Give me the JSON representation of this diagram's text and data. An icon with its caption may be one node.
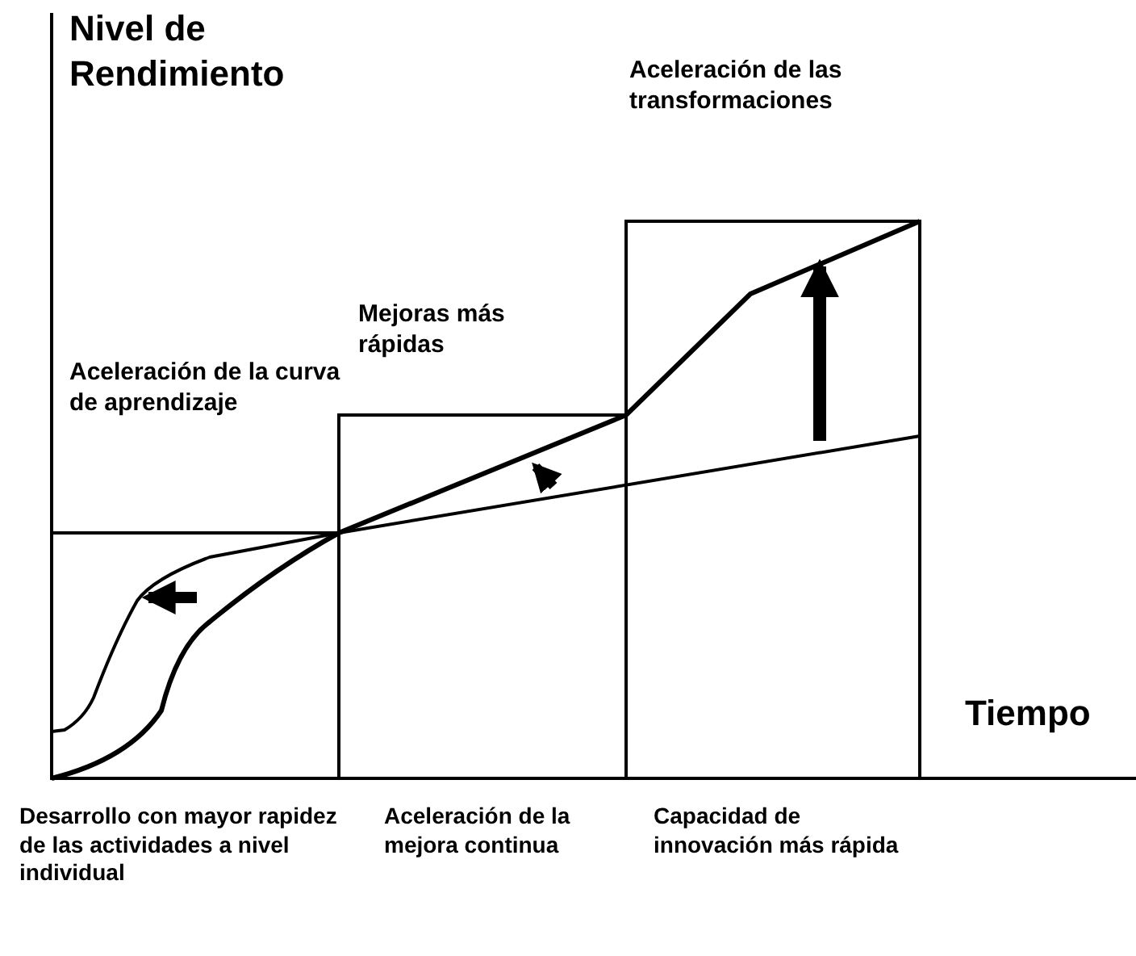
{
  "diagram": {
    "labels": [
      "Nivel de Rendimiento",
      "Aceleración de las transformaciones",
      "Mejoras más rápidas",
      "Aceleración de la curva de aprendizaje",
      "Tiempo",
      "Desarrollo con mayor rapidez de las actividades a nivel individual",
      "Aceleración de la mejora continua",
      "Capacidad de innovación más rápida"
    ]
  }
}
